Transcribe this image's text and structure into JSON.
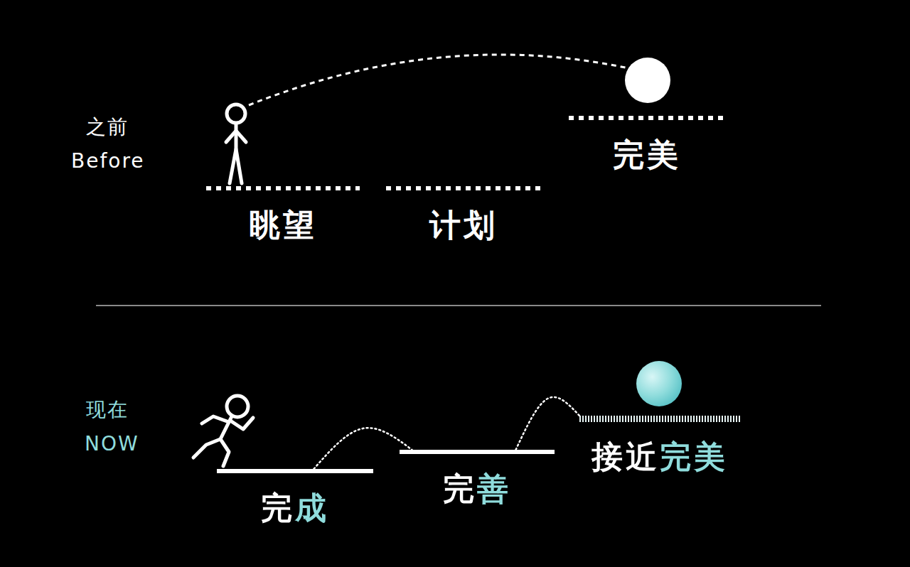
{
  "diagram": {
    "nodes": [
      {
        "text": [
          "眺望"
        ]
      },
      {
        "text": [
          "计划"
        ]
      },
      {
        "text": [
          "完美"
        ]
      },
      {
        "text": [
          "完成"
        ]
      },
      {
        "text": [
          "完善"
        ]
      },
      {
        "text": [
          "接近完美"
        ]
      }
    ],
    "edges": [
      {
        "from": 3,
        "to": 4,
        "arrow": "none"
      },
      {
        "from": 4,
        "to": 5,
        "arrow": "none"
      }
    ],
    "labels": [
      "之前",
      "Before",
      "现在",
      "NOW"
    ]
  }
}
